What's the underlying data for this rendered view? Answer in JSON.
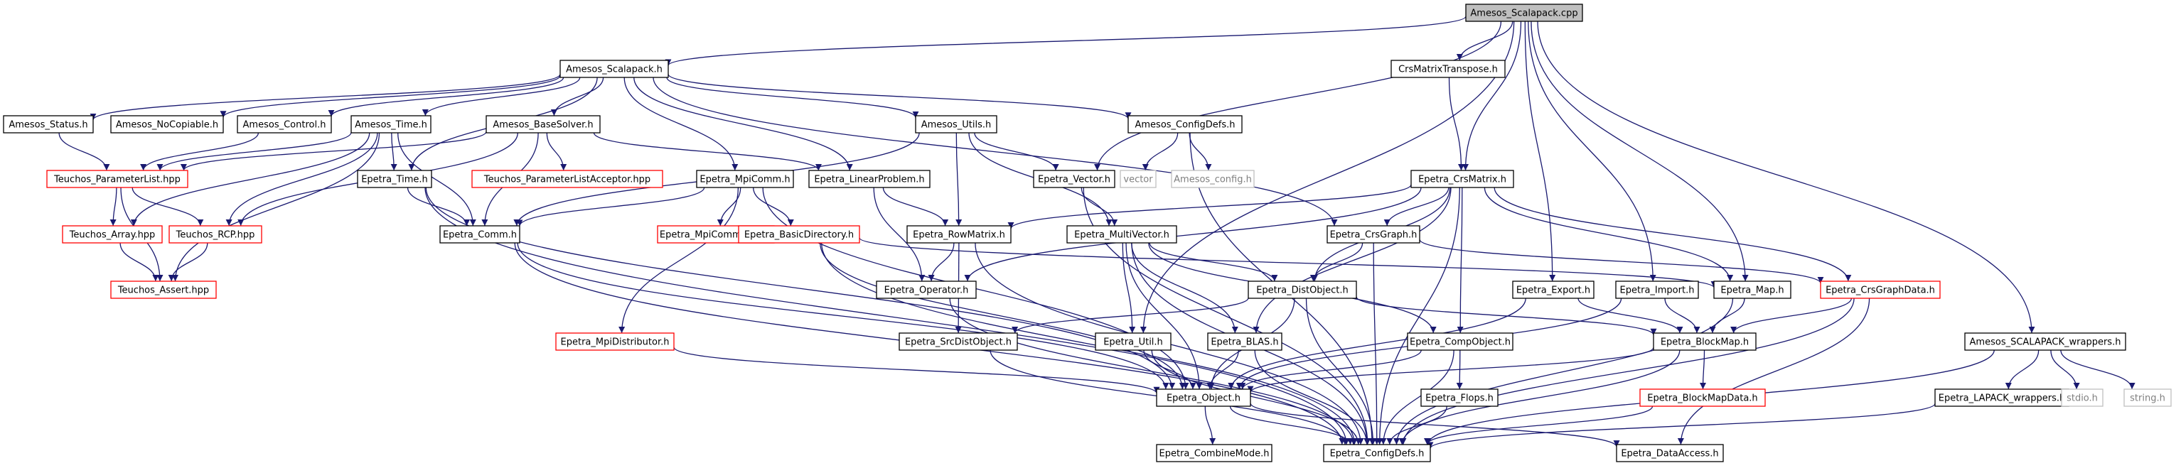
{
  "graph": {
    "colors": {
      "background": "#ffffff",
      "root_fill": "#bfbfbf",
      "root_border": "#000000",
      "documented_border": "#000000",
      "undocumented_border": "#ff0000",
      "external_border": "#bfbfbf",
      "external_text": "#7f7f7f",
      "text": "#000000",
      "edge": "#191970"
    },
    "nodes": [
      {
        "id": "root",
        "label": "Amesos_Scalapack.cpp",
        "kind": "root"
      },
      {
        "id": "scalapack_h",
        "label": "Amesos_Scalapack.h",
        "kind": "documented"
      },
      {
        "id": "crstranspose",
        "label": "CrsMatrixTranspose.h",
        "kind": "documented"
      },
      {
        "id": "status",
        "label": "Amesos_Status.h",
        "kind": "documented"
      },
      {
        "id": "nocopiable",
        "label": "Amesos_NoCopiable.h",
        "kind": "documented"
      },
      {
        "id": "control",
        "label": "Amesos_Control.h",
        "kind": "documented"
      },
      {
        "id": "time_h",
        "label": "Amesos_Time.h",
        "kind": "documented"
      },
      {
        "id": "basesolver",
        "label": "Amesos_BaseSolver.h",
        "kind": "documented"
      },
      {
        "id": "utils",
        "label": "Amesos_Utils.h",
        "kind": "documented"
      },
      {
        "id": "configdefs_am",
        "label": "Amesos_ConfigDefs.h",
        "kind": "documented"
      },
      {
        "id": "vector_ext",
        "label": "vector",
        "kind": "external"
      },
      {
        "id": "amesos_config",
        "label": "Amesos_config.h",
        "kind": "external"
      },
      {
        "id": "paramlist",
        "label": "Teuchos_ParameterList.hpp",
        "kind": "undocumented"
      },
      {
        "id": "paramacceptor",
        "label": "Teuchos_ParameterListAcceptor.hpp",
        "kind": "undocumented"
      },
      {
        "id": "teuchos_array",
        "label": "Teuchos_Array.hpp",
        "kind": "undocumented"
      },
      {
        "id": "teuchos_rcp",
        "label": "Teuchos_RCP.hpp",
        "kind": "undocumented"
      },
      {
        "id": "teuchos_assert",
        "label": "Teuchos_Assert.hpp",
        "kind": "undocumented"
      },
      {
        "id": "epetra_time",
        "label": "Epetra_Time.h",
        "kind": "documented"
      },
      {
        "id": "epetra_comm",
        "label": "Epetra_Comm.h",
        "kind": "documented"
      },
      {
        "id": "mpicomm",
        "label": "Epetra_MpiComm.h",
        "kind": "documented"
      },
      {
        "id": "mpicommdata",
        "label": "Epetra_MpiCommData.h",
        "kind": "undocumented"
      },
      {
        "id": "basicdir",
        "label": "Epetra_BasicDirectory.h",
        "kind": "undocumented"
      },
      {
        "id": "mpidist",
        "label": "Epetra_MpiDistributor.h",
        "kind": "undocumented"
      },
      {
        "id": "linprob",
        "label": "Epetra_LinearProblem.h",
        "kind": "documented"
      },
      {
        "id": "rowmatrix",
        "label": "Epetra_RowMatrix.h",
        "kind": "documented"
      },
      {
        "id": "operator",
        "label": "Epetra_Operator.h",
        "kind": "documented"
      },
      {
        "id": "srcdist",
        "label": "Epetra_SrcDistObject.h",
        "kind": "documented"
      },
      {
        "id": "epetra_vector",
        "label": "Epetra_Vector.h",
        "kind": "documented"
      },
      {
        "id": "multivector",
        "label": "Epetra_MultiVector.h",
        "kind": "documented"
      },
      {
        "id": "distobject",
        "label": "Epetra_DistObject.h",
        "kind": "documented"
      },
      {
        "id": "epetra_util",
        "label": "Epetra_Util.h",
        "kind": "documented"
      },
      {
        "id": "blas",
        "label": "Epetra_BLAS.h",
        "kind": "documented"
      },
      {
        "id": "compobject",
        "label": "Epetra_CompObject.h",
        "kind": "documented"
      },
      {
        "id": "flops",
        "label": "Epetra_Flops.h",
        "kind": "documented"
      },
      {
        "id": "crsmatrix",
        "label": "Epetra_CrsMatrix.h",
        "kind": "documented"
      },
      {
        "id": "crsgraph",
        "label": "Epetra_CrsGraph.h",
        "kind": "documented"
      },
      {
        "id": "crsgraphdata",
        "label": "Epetra_CrsGraphData.h",
        "kind": "undocumented"
      },
      {
        "id": "export",
        "label": "Epetra_Export.h",
        "kind": "documented"
      },
      {
        "id": "import",
        "label": "Epetra_Import.h",
        "kind": "documented"
      },
      {
        "id": "epetra_map",
        "label": "Epetra_Map.h",
        "kind": "documented"
      },
      {
        "id": "blockmap",
        "label": "Epetra_BlockMap.h",
        "kind": "documented"
      },
      {
        "id": "blockmapdata",
        "label": "Epetra_BlockMapData.h",
        "kind": "undocumented"
      },
      {
        "id": "epetra_object",
        "label": "Epetra_Object.h",
        "kind": "documented"
      },
      {
        "id": "combinemode",
        "label": "Epetra_CombineMode.h",
        "kind": "documented"
      },
      {
        "id": "configdefs_ep",
        "label": "Epetra_ConfigDefs.h",
        "kind": "documented"
      },
      {
        "id": "dataaccess",
        "label": "Epetra_DataAccess.h",
        "kind": "documented"
      },
      {
        "id": "scalapack_wrappers",
        "label": "Amesos_SCALAPACK_wrappers.h",
        "kind": "documented"
      },
      {
        "id": "lapack_wrappers",
        "label": "Epetra_LAPACK_wrappers.h",
        "kind": "documented"
      },
      {
        "id": "stdio",
        "label": "stdio.h",
        "kind": "external"
      },
      {
        "id": "string_h",
        "label": "string.h",
        "kind": "external"
      }
    ],
    "edges": [
      [
        "root",
        "scalapack_h"
      ],
      [
        "root",
        "crstranspose"
      ],
      [
        "root",
        "crsmatrix"
      ],
      [
        "root",
        "epetra_vector"
      ],
      [
        "root",
        "epetra_util"
      ],
      [
        "root",
        "export"
      ],
      [
        "root",
        "import"
      ],
      [
        "root",
        "epetra_map"
      ],
      [
        "root",
        "scalapack_wrappers"
      ],
      [
        "scalapack_h",
        "status"
      ],
      [
        "scalapack_h",
        "nocopiable"
      ],
      [
        "scalapack_h",
        "control"
      ],
      [
        "scalapack_h",
        "time_h"
      ],
      [
        "scalapack_h",
        "basesolver"
      ],
      [
        "scalapack_h",
        "utils"
      ],
      [
        "scalapack_h",
        "configdefs_am"
      ],
      [
        "scalapack_h",
        "epetra_time"
      ],
      [
        "scalapack_h",
        "mpicomm"
      ],
      [
        "scalapack_h",
        "linprob"
      ],
      [
        "scalapack_h",
        "crsgraph"
      ],
      [
        "status",
        "paramlist"
      ],
      [
        "control",
        "paramlist"
      ],
      [
        "time_h",
        "paramlist"
      ],
      [
        "time_h",
        "teuchos_array"
      ],
      [
        "time_h",
        "teuchos_rcp"
      ],
      [
        "time_h",
        "teuchos_assert"
      ],
      [
        "time_h",
        "epetra_time"
      ],
      [
        "time_h",
        "epetra_comm"
      ],
      [
        "basesolver",
        "paramlist"
      ],
      [
        "basesolver",
        "teuchos_rcp"
      ],
      [
        "basesolver",
        "paramacceptor"
      ],
      [
        "basesolver",
        "epetra_comm"
      ],
      [
        "basesolver",
        "linprob"
      ],
      [
        "paramlist",
        "teuchos_array"
      ],
      [
        "paramlist",
        "teuchos_rcp"
      ],
      [
        "paramlist",
        "teuchos_assert"
      ],
      [
        "teuchos_array",
        "teuchos_assert"
      ],
      [
        "teuchos_rcp",
        "teuchos_assert"
      ],
      [
        "utils",
        "epetra_vector"
      ],
      [
        "utils",
        "rowmatrix"
      ],
      [
        "utils",
        "epetra_comm"
      ],
      [
        "utils",
        "multivector"
      ],
      [
        "configdefs_am",
        "vector_ext"
      ],
      [
        "configdefs_am",
        "amesos_config"
      ],
      [
        "configdefs_am",
        "configdefs_ep"
      ],
      [
        "epetra_time",
        "epetra_comm"
      ],
      [
        "epetra_time",
        "epetra_object"
      ],
      [
        "epetra_time",
        "configdefs_ep"
      ],
      [
        "epetra_comm",
        "epetra_object"
      ],
      [
        "epetra_comm",
        "configdefs_ep"
      ],
      [
        "mpicomm",
        "epetra_comm"
      ],
      [
        "mpicomm",
        "mpicommdata"
      ],
      [
        "mpicomm",
        "basicdir"
      ],
      [
        "mpicomm",
        "mpidist"
      ],
      [
        "mpicomm",
        "epetra_object"
      ],
      [
        "basicdir",
        "epetra_map"
      ],
      [
        "basicdir",
        "epetra_object"
      ],
      [
        "basicdir",
        "configdefs_ep"
      ],
      [
        "mpidist",
        "epetra_object"
      ],
      [
        "linprob",
        "rowmatrix"
      ],
      [
        "linprob",
        "operator"
      ],
      [
        "rowmatrix",
        "operator"
      ],
      [
        "rowmatrix",
        "srcdist"
      ],
      [
        "rowmatrix",
        "configdefs_ep"
      ],
      [
        "operator",
        "configdefs_ep"
      ],
      [
        "srcdist",
        "configdefs_ep"
      ],
      [
        "epetra_vector",
        "multivector"
      ],
      [
        "epetra_vector",
        "configdefs_ep"
      ],
      [
        "multivector",
        "distobject"
      ],
      [
        "multivector",
        "epetra_util"
      ],
      [
        "multivector",
        "blas"
      ],
      [
        "multivector",
        "compobject"
      ],
      [
        "multivector",
        "epetra_object"
      ],
      [
        "multivector",
        "configdefs_ep"
      ],
      [
        "distobject",
        "srcdist"
      ],
      [
        "distobject",
        "epetra_object"
      ],
      [
        "distobject",
        "blockmap"
      ],
      [
        "distobject",
        "configdefs_ep"
      ],
      [
        "epetra_util",
        "epetra_object"
      ],
      [
        "epetra_util",
        "configdefs_ep"
      ],
      [
        "blas",
        "epetra_object"
      ],
      [
        "blas",
        "configdefs_ep"
      ],
      [
        "compobject",
        "epetra_object"
      ],
      [
        "compobject",
        "flops"
      ],
      [
        "compobject",
        "configdefs_ep"
      ],
      [
        "flops",
        "configdefs_ep"
      ],
      [
        "crstranspose",
        "crsmatrix"
      ],
      [
        "crsmatrix",
        "rowmatrix"
      ],
      [
        "crsmatrix",
        "operator"
      ],
      [
        "crsmatrix",
        "crsgraph"
      ],
      [
        "crsmatrix",
        "distobject"
      ],
      [
        "crsmatrix",
        "blas"
      ],
      [
        "crsmatrix",
        "compobject"
      ],
      [
        "crsmatrix",
        "epetra_map"
      ],
      [
        "crsmatrix",
        "crsgraphdata"
      ],
      [
        "crsmatrix",
        "configdefs_ep"
      ],
      [
        "crsgraph",
        "distobject"
      ],
      [
        "crsgraph",
        "crsgraphdata"
      ],
      [
        "crsgraph",
        "configdefs_ep"
      ],
      [
        "crsgraphdata",
        "blockmap"
      ],
      [
        "crsgraphdata",
        "configdefs_ep"
      ],
      [
        "crsgraphdata",
        "dataaccess"
      ],
      [
        "export",
        "blockmap"
      ],
      [
        "export",
        "epetra_object"
      ],
      [
        "import",
        "blockmap"
      ],
      [
        "import",
        "epetra_object"
      ],
      [
        "epetra_map",
        "blockmap"
      ],
      [
        "epetra_map",
        "configdefs_ep"
      ],
      [
        "blockmap",
        "epetra_object"
      ],
      [
        "blockmap",
        "blockmapdata"
      ],
      [
        "blockmap",
        "configdefs_ep"
      ],
      [
        "blockmapdata",
        "configdefs_ep"
      ],
      [
        "epetra_object",
        "combinemode"
      ],
      [
        "epetra_object",
        "configdefs_ep"
      ],
      [
        "epetra_object",
        "dataaccess"
      ],
      [
        "scalapack_wrappers",
        "lapack_wrappers"
      ],
      [
        "scalapack_wrappers",
        "stdio"
      ],
      [
        "scalapack_wrappers",
        "string_h"
      ],
      [
        "scalapack_wrappers",
        "configdefs_ep"
      ],
      [
        "lapack_wrappers",
        "configdefs_ep"
      ]
    ]
  }
}
